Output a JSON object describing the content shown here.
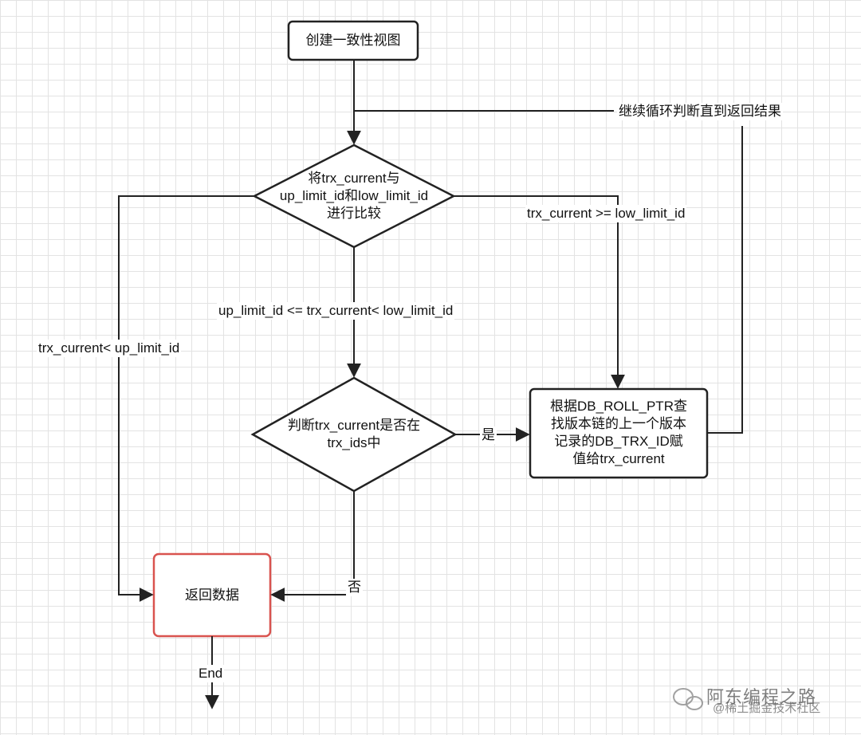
{
  "nodes": {
    "create_view": "创建一致性视图",
    "compare": {
      "line1": "将trx_current与",
      "line2": "up_limit_id和low_limit_id",
      "line3": "进行比较"
    },
    "in_trx_ids": {
      "line1": "判断trx_current是否在",
      "line2": "trx_ids中"
    },
    "find_prev": {
      "line1": "根据DB_ROLL_PTR查",
      "line2": "找版本链的上一个版本",
      "line3": "记录的DB_TRX_ID赋",
      "line4": "值给trx_current"
    },
    "return_data": "返回数据"
  },
  "edge_labels": {
    "loop": "继续循环判断直到返回结果",
    "ge_low": "trx_current >= low_limit_id",
    "between": "up_limit_id <= trx_current< low_limit_id",
    "lt_up": "trx_current< up_limit_id",
    "yes": "是",
    "no": "否",
    "end": "End"
  },
  "watermark": {
    "main": "阿东编程之路",
    "sub": "@稀土掘金技术社区"
  },
  "colors": {
    "stroke": "#222222",
    "return_box_border": "#d9534f",
    "grid": "#e3e3e3"
  }
}
